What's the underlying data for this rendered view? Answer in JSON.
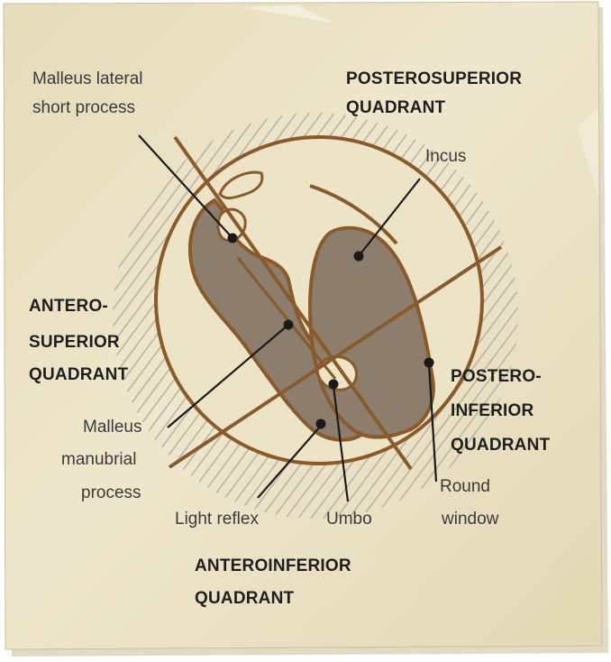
{
  "colors": {
    "paper": "#ece3c6",
    "paper_shade": "#d9cda8",
    "outline": "#8a5a2b",
    "membrane_fill": "#ede4c8",
    "structure_fill": "#8c7d6c",
    "hatch": "#b9b4aa",
    "text": "#2b2b2b",
    "dot": "#1a1a1a"
  },
  "quadrants": {
    "posterosuperior": [
      "POSTEROSUPERIOR",
      "QUADRANT"
    ],
    "anterosuperior": [
      "ANTERO-",
      "SUPERIOR",
      "QUADRANT"
    ],
    "posteroinferior": [
      "POSTERO-",
      "INFERIOR",
      "QUADRANT"
    ],
    "anteroinferior": [
      "ANTEROINFERIOR",
      "QUADRANT"
    ]
  },
  "structures": {
    "malleus_short_process": [
      "Malleus lateral",
      "short process"
    ],
    "incus": "Incus",
    "malleus_manubrial_process": [
      "Malleus",
      "manubrial",
      "process"
    ],
    "light_reflex": "Light reflex",
    "umbo": "Umbo",
    "round_window": [
      "Round",
      "window"
    ]
  }
}
